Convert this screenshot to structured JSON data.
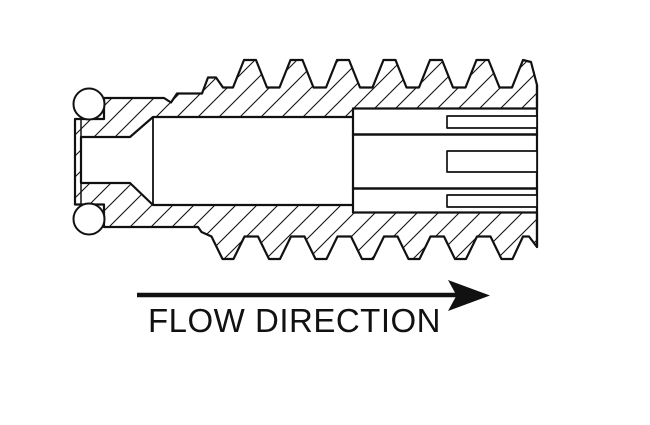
{
  "diagram": {
    "kind": "technical cross-section drawing of threaded fitting with slotted insert and o-ring",
    "flow_label": "FLOW DIRECTION",
    "arrow_direction": "right",
    "colors": {
      "line": "#111111",
      "background": "#ffffff"
    }
  }
}
